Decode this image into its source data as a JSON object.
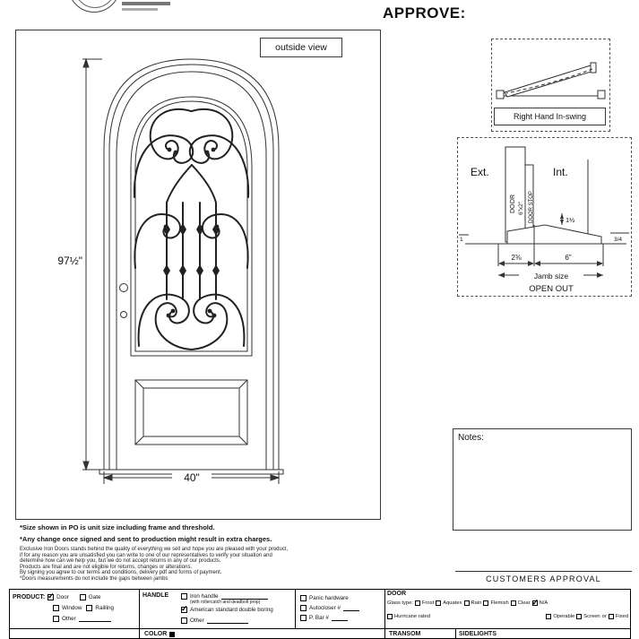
{
  "header": {
    "approve_label": "APPROVE:"
  },
  "drawing": {
    "outside_view": "outside view",
    "height_dim": "97½\"",
    "width_dim": "40\""
  },
  "swing": {
    "label": "Right Hand In-swing"
  },
  "jamb": {
    "ext_label": "Ext.",
    "int_label": "Int.",
    "door_vertical": "DOOR",
    "door_size_vertical": "6\"x2\"",
    "door_stop_vertical": "DOOR STOP",
    "dim_stop_height": "1½",
    "dim_left_height": "1",
    "dim_right_height": "3/4",
    "dim_jamb_depth": "2⅜",
    "dim_opening": "6\"",
    "jamb_size_label": "Jamb size",
    "open_out_label": "OPEN OUT"
  },
  "notes": {
    "label": "Notes:"
  },
  "approval": {
    "customers_approval_label": "CUSTOMERS APPROVAL"
  },
  "disclaimers": {
    "size_note": "*Size shown in PO is unit size including frame and threshold.",
    "change_note": "*Any change once signed and sent to production might result in extra charges.",
    "fine_print": [
      "Exclusive Iron Doors stands behind the quality of everything we sell and hope you are pleased with your product,",
      "if for any reason you are unsatisfied you can write to one of our representatives to verify your situation and",
      "determine how can we help you, but we do not accept returns in any of our products.",
      "Products are final and are not eligible for returns, changes or alterations.",
      "By signing you agree to our terms and conditions, delivery pdf and forms of payment.",
      "*Doors measurements do not include the gaps between jambs"
    ]
  },
  "form": {
    "product": {
      "label": "PRODUCT:",
      "options": [
        {
          "label": "Door",
          "checked": true
        },
        {
          "label": "Gate",
          "checked": false
        },
        {
          "label": "Window",
          "checked": false
        },
        {
          "label": "Railling",
          "checked": false
        },
        {
          "label": "Other",
          "checked": false
        }
      ]
    },
    "handle": {
      "label": "HANDLE",
      "iron_handle": {
        "label": "Iron handle",
        "checked": false
      },
      "iron_handle_note": "(with rollercatch and deadbolt prop)",
      "american_standard": {
        "label": "American standard double boring",
        "checked": true
      },
      "other": {
        "label": "Other",
        "checked": false
      }
    },
    "hardware": {
      "panic": {
        "label": "Panic hardware",
        "checked": false
      },
      "autocloser": {
        "label": "Autocloser #",
        "checked": false
      },
      "pbar": {
        "label": "P. Bar #",
        "checked": false
      }
    },
    "door_section": {
      "label": "DOOR",
      "glass_type_label": "Glass type:",
      "glass_options": [
        {
          "label": "Frost",
          "checked": false
        },
        {
          "label": "Aquatex",
          "checked": false
        },
        {
          "label": "Rain",
          "checked": false
        },
        {
          "label": "Flemish",
          "checked": false
        },
        {
          "label": "Clear",
          "checked": false
        },
        {
          "label": "N/A",
          "checked": true
        }
      ],
      "hurricane": {
        "label": "Hurricane rated",
        "checked": false
      },
      "operable": {
        "label": "Operable",
        "checked": false
      },
      "screen": {
        "label": "Screen",
        "checked": false
      },
      "or_label": "or",
      "fixed": {
        "label": "Fixed",
        "checked": false
      }
    },
    "color_label": "COLOR",
    "transom_label": "TRANSOM",
    "sidelights_label": "SIDELIGHTS"
  }
}
